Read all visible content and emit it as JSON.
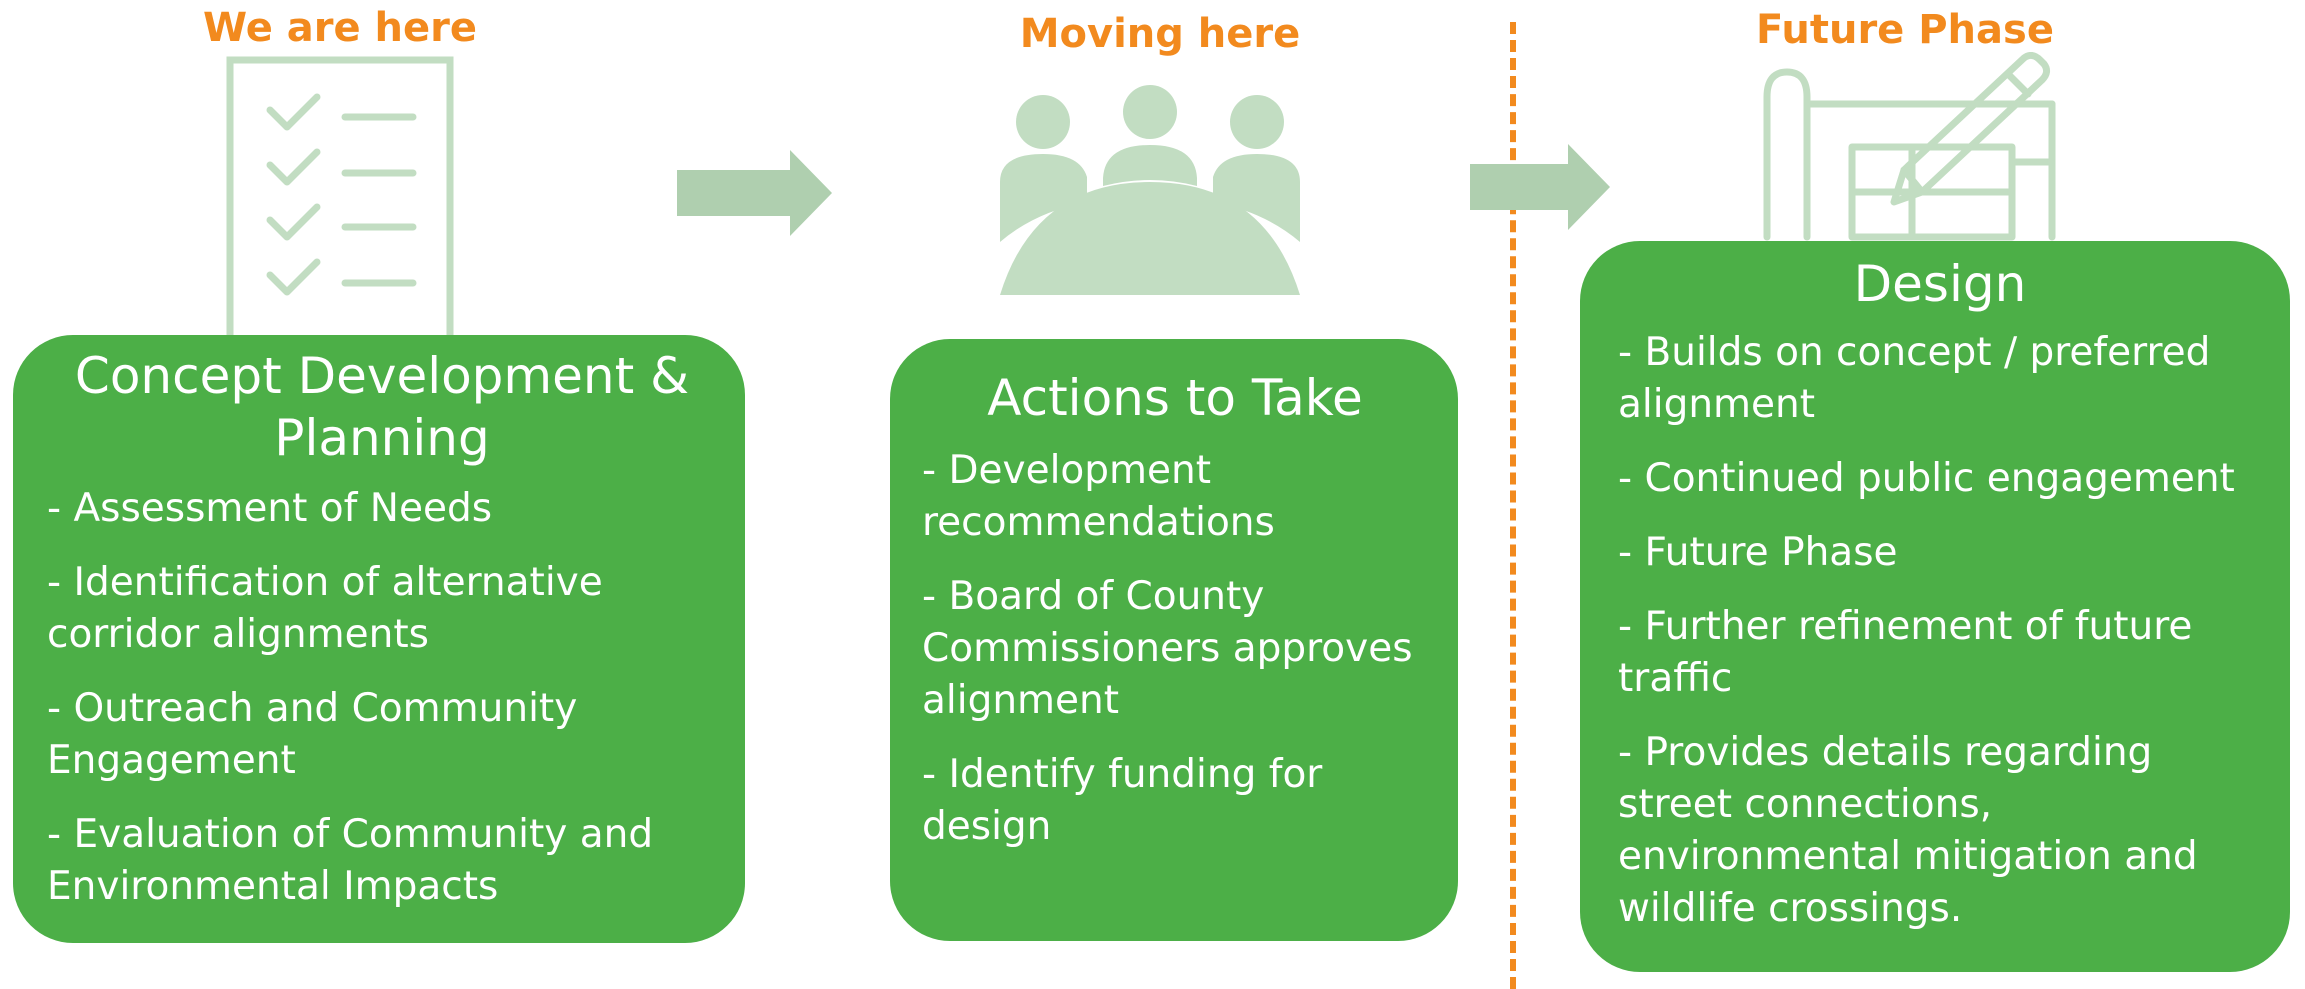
{
  "stages": [
    {
      "label": "We are here",
      "icon": "checklist-icon",
      "title": "Concept Development & Planning",
      "items": [
        "- Assessment of Needs",
        "- Identification of alternative corridor alignments",
        "- Outreach and Community Engagement",
        "- Evaluation of Community and Environmental Impacts"
      ]
    },
    {
      "label": "Moving here",
      "icon": "meeting-people-icon",
      "title": "Actions to Take",
      "items": [
        "- Development recommendations",
        "- Board of County Commissioners approves alignment",
        "- Identify funding for design"
      ]
    },
    {
      "label": "Future Phase",
      "icon": "blueprint-pencil-icon",
      "title": "Design",
      "items": [
        "- Builds on concept / preferred alignment",
        "- Continued public engagement",
        "- Future Phase",
        "- Further refinement of future traffic",
        "- Provides details regarding street connections, environmental mitigation and wildlife crossings."
      ]
    }
  ],
  "colors": {
    "accent": "#F28A1E",
    "card": "#4CAF47",
    "icon": "#C2DDC2",
    "arrow": "#AFCFAF"
  }
}
